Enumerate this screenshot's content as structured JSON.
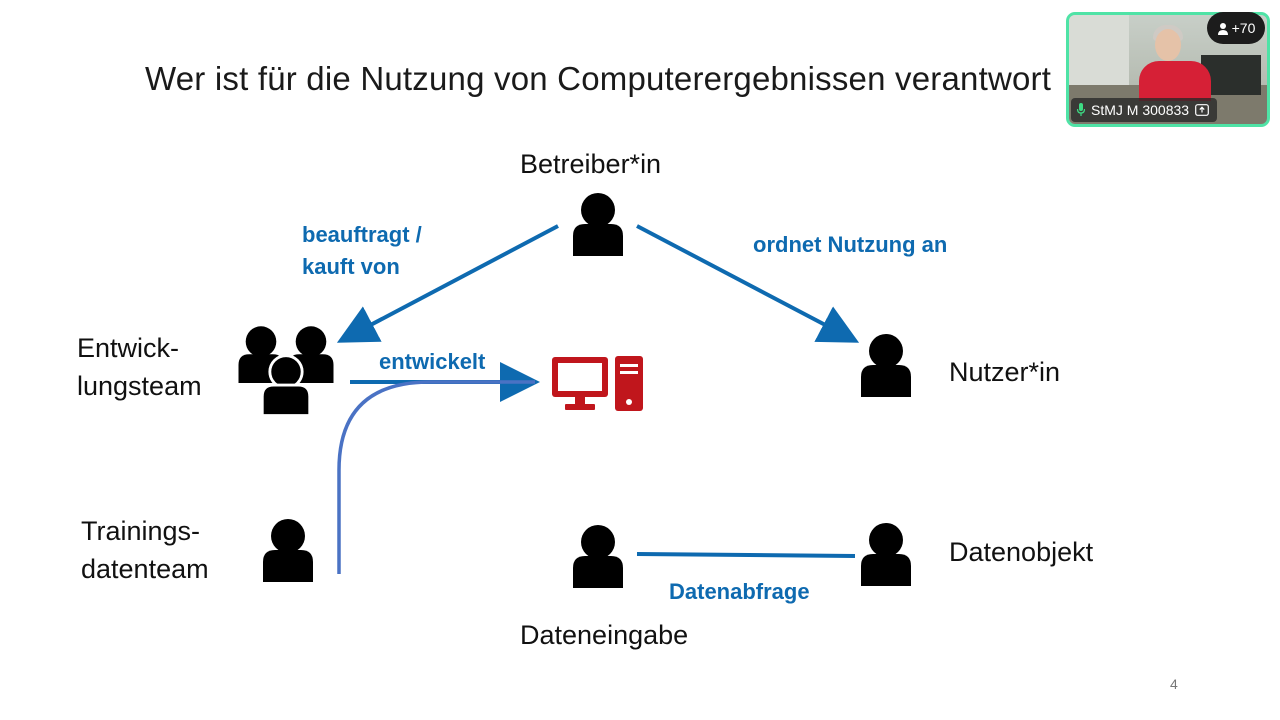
{
  "slide": {
    "title": "Wer ist für die Nutzung von Computerergebnissen verantwort",
    "page_number": "4"
  },
  "nodes": {
    "operator": "Betreiber*in",
    "dev_team_line1": "Entwick-",
    "dev_team_line2": "lungsteam",
    "user": "Nutzer*in",
    "training_line1": "Trainings-",
    "training_line2": "datenteam",
    "data_input": "Dateneingabe",
    "data_object": "Datenobjekt"
  },
  "edges": {
    "commissions_line1": "beauftragt /",
    "commissions_line2": "kauft von",
    "orders_use": "ordnet Nutzung an",
    "develops": "entwickelt",
    "data_query": "Datenabfrage"
  },
  "video": {
    "participant_name": "StMJ M 300833",
    "participant_count": "+70"
  },
  "colors": {
    "edge_blue": "#0e6ab0",
    "computer_red": "#c0161c",
    "curve_blue": "#4a72c4",
    "video_border": "#4fe3a6"
  }
}
